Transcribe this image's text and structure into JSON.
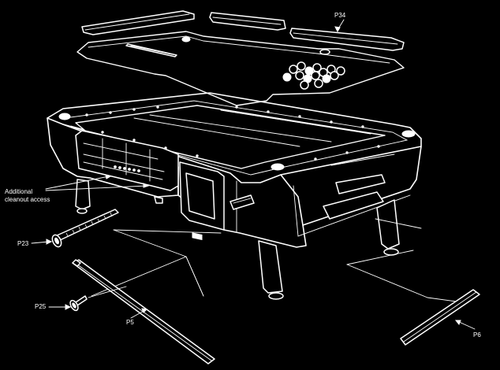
{
  "labels": {
    "p34": "P34",
    "access_line1": "Additional",
    "access_line2": "cleanout access",
    "p23": "P23",
    "p25": "P25",
    "p5": "P5",
    "p6": "P6"
  },
  "colors": {
    "background": "#000000",
    "line": "#ffffff"
  }
}
